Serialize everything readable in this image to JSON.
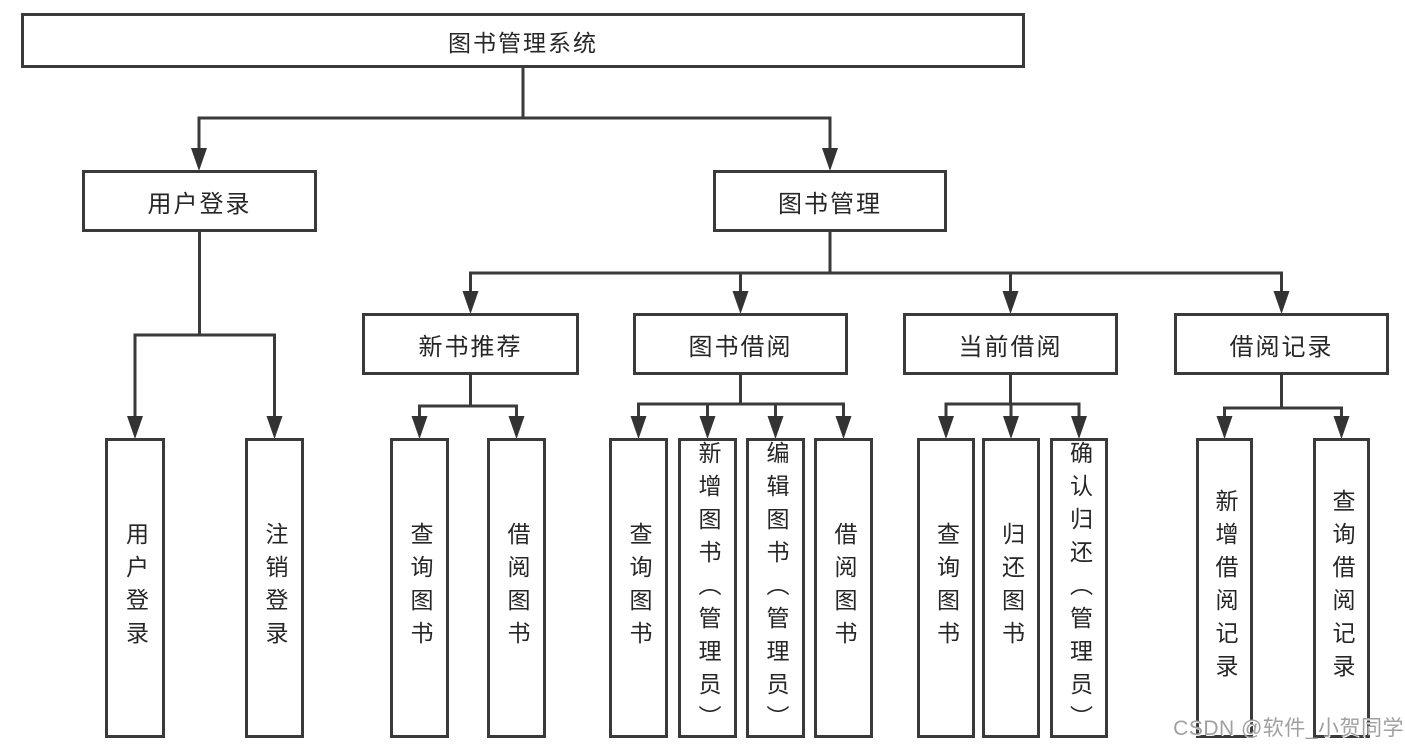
{
  "diagram": {
    "root": {
      "label": "图书管理系统"
    },
    "level2": [
      {
        "label": "用户登录"
      },
      {
        "label": "图书管理"
      }
    ],
    "level3": [
      {
        "label": "新书推荐"
      },
      {
        "label": "图书借阅"
      },
      {
        "label": "当前借阅"
      },
      {
        "label": "借阅记录"
      }
    ],
    "leaves": [
      {
        "label": "用户登录"
      },
      {
        "label": "注销登录"
      },
      {
        "label": "查询图书"
      },
      {
        "label": "借阅图书"
      },
      {
        "label": "查询图书"
      },
      {
        "label": "新增图书（管理员）"
      },
      {
        "label": "编辑图书（管理员）"
      },
      {
        "label": "借阅图书"
      },
      {
        "label": "查询图书"
      },
      {
        "label": "归还图书"
      },
      {
        "label": "确认归还（管理员）"
      },
      {
        "label": "新增借阅记录"
      },
      {
        "label": "查询借阅记录"
      }
    ],
    "colors": {
      "line": "#3a3a3a",
      "text": "#262626",
      "background": "#ffffff"
    }
  },
  "watermark": {
    "text": "CSDN @软件_小贺同学",
    "color": "#a0a0a0"
  }
}
